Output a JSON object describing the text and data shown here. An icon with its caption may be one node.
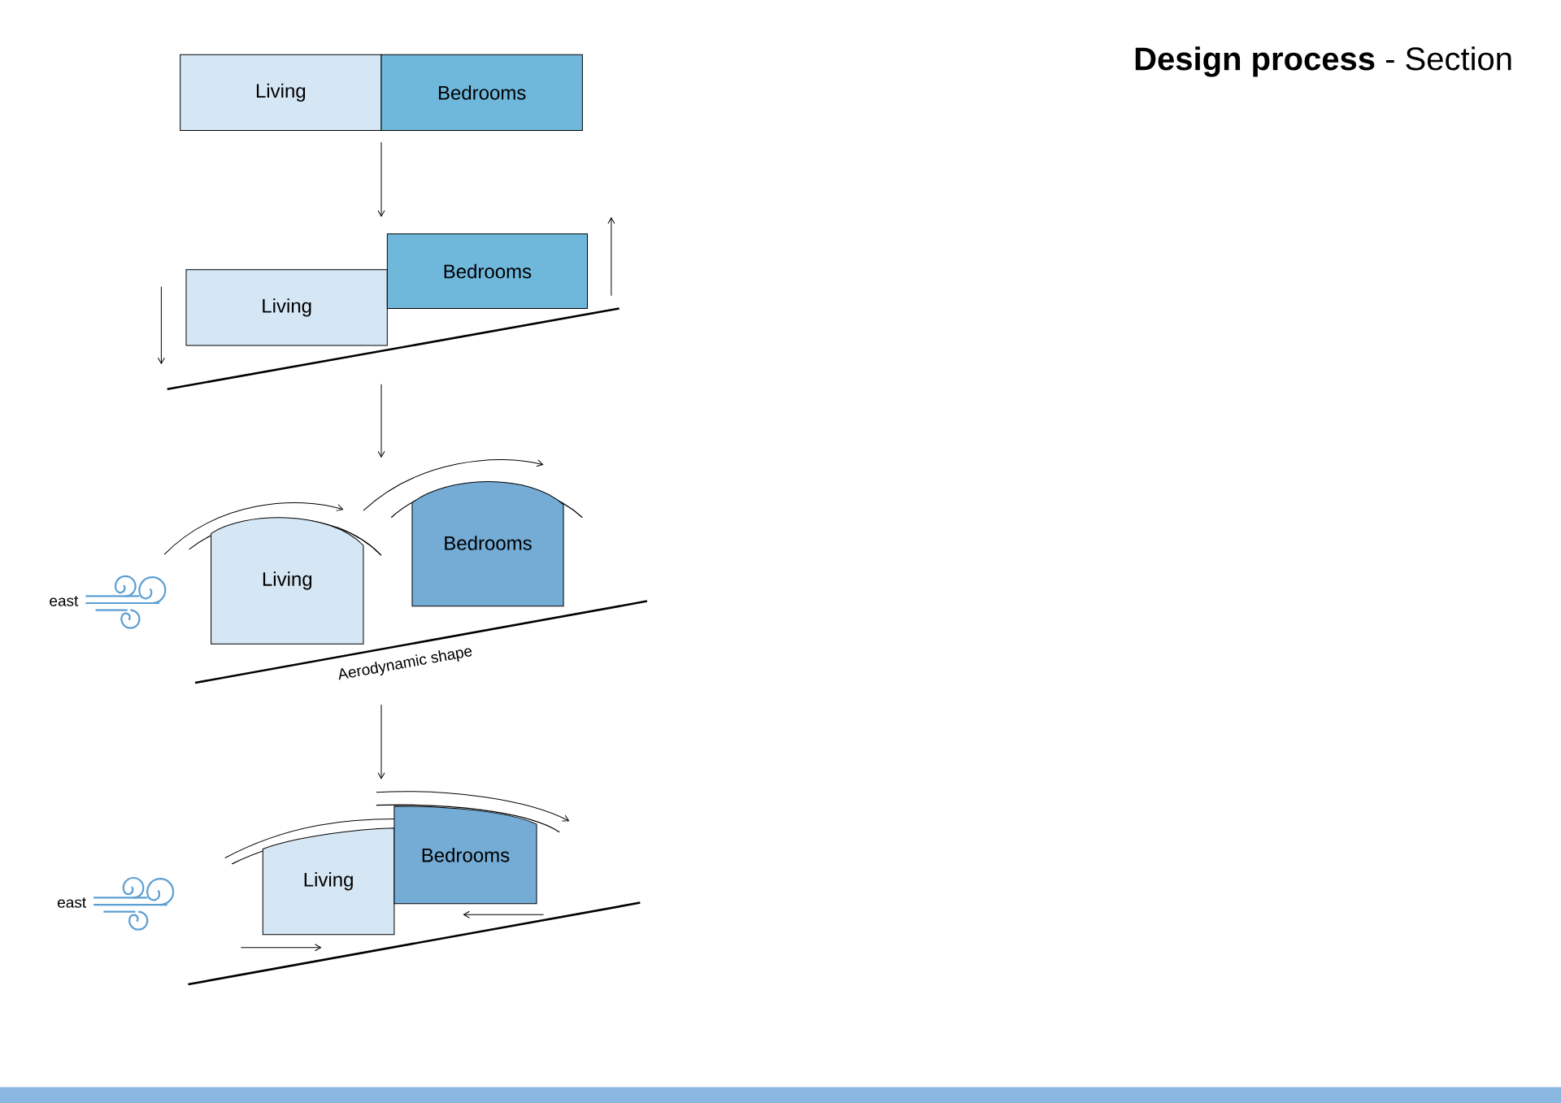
{
  "diagram": {
    "title": "**Design process** - Section",
    "nodes": [
      {
        "text": [
          "Living"
        ]
      },
      {
        "text": [
          "Bedrooms"
        ]
      },
      {
        "text": [
          "Living"
        ]
      },
      {
        "text": [
          "Bedrooms"
        ]
      },
      {
        "text": [
          "Living"
        ]
      },
      {
        "text": [
          "Bedrooms"
        ]
      },
      {
        "text": [
          "Living"
        ]
      },
      {
        "text": [
          "Bedrooms"
        ]
      }
    ],
    "labels": [
      "east",
      "Aerodynamic shape",
      "east"
    ]
  }
}
